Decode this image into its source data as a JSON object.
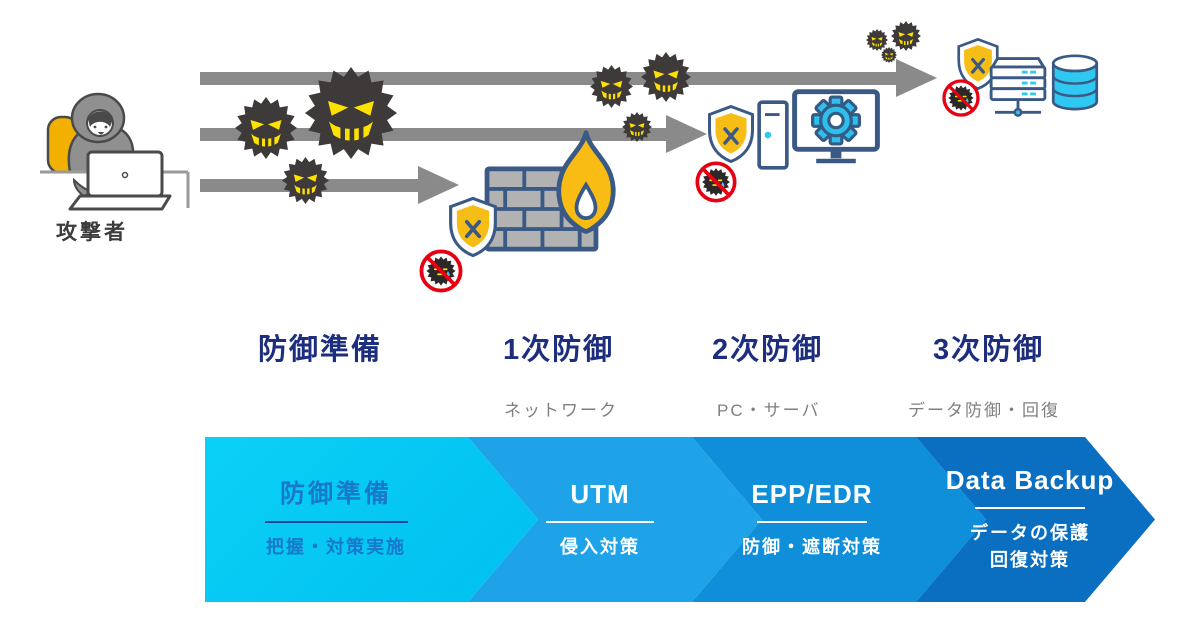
{
  "attacker": {
    "label": "攻撃者"
  },
  "columns": [
    {
      "heading": "防御準備",
      "sub": ""
    },
    {
      "heading": "1次防御",
      "sub": "ネットワーク"
    },
    {
      "heading": "2次防御",
      "sub": "PC・サーバ"
    },
    {
      "heading": "3次防御",
      "sub": "データ防御・回復"
    }
  ],
  "banner": {
    "segments": [
      {
        "title": "防御準備",
        "lines": [
          "把握・対策実施"
        ]
      },
      {
        "title": "UTM",
        "lines": [
          "侵入対策"
        ]
      },
      {
        "title": "EPP/EDR",
        "lines": [
          "防御・遮断対策"
        ]
      },
      {
        "title": "Data Backup",
        "lines": [
          "データの保護",
          "回復対策"
        ]
      }
    ]
  },
  "icons": {
    "attacker": "hooded-attacker-with-laptop",
    "virus": "spiky-malware-ball",
    "blocked_virus": "malware-in-red-prohibition-circle",
    "firewall": "brick-wall-with-flame",
    "shield": "yellow-shield-with-x",
    "pc": "desktop-tower-and-monitor-with-gear",
    "server": "server-rack",
    "database": "database-cylinder"
  },
  "colors": {
    "arrow_gray": "#8a8a8a",
    "virus_body": "#3e3a39",
    "virus_face_yellow": "#ffe100",
    "navy_outline": "#3a5a85",
    "shield_yellow": "#f6bd16",
    "cyan_accent": "#2ec8f0",
    "ban_red": "#e60012",
    "heading_navy": "#1e2e7e",
    "sub_gray": "#7f7f7f",
    "seg1_bg": "#00c6f2",
    "seg2_bg": "#1ea3e9",
    "seg3_bg": "#0f8ed9",
    "seg4_bg": "#0b6fc1",
    "seg1_text": "#1778cc"
  }
}
